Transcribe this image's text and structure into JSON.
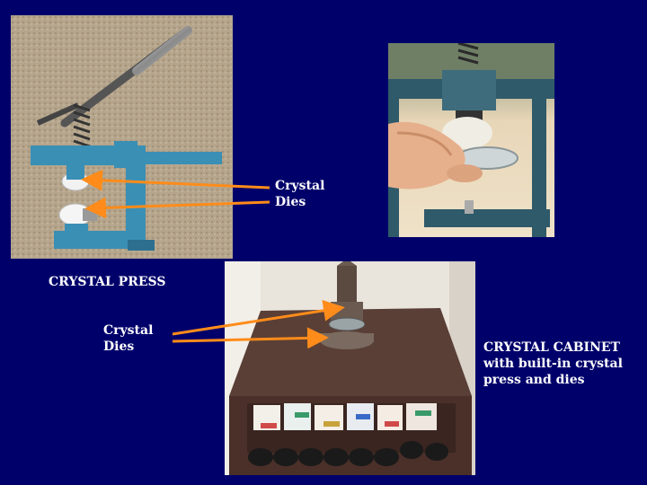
{
  "labels": {
    "dies_top": [
      "Crystal",
      "Dies"
    ],
    "press": "CRYSTAL PRESS",
    "dies_bottom": [
      "Crystal",
      "Dies"
    ],
    "cabinet": [
      "CRYSTAL CABINET",
      "with built-in crystal",
      "press and dies"
    ]
  },
  "colors": {
    "background": "#00006b",
    "text": "#ffffff",
    "arrow": "#ff8c1a",
    "press_blue": "#3a8fb5"
  }
}
